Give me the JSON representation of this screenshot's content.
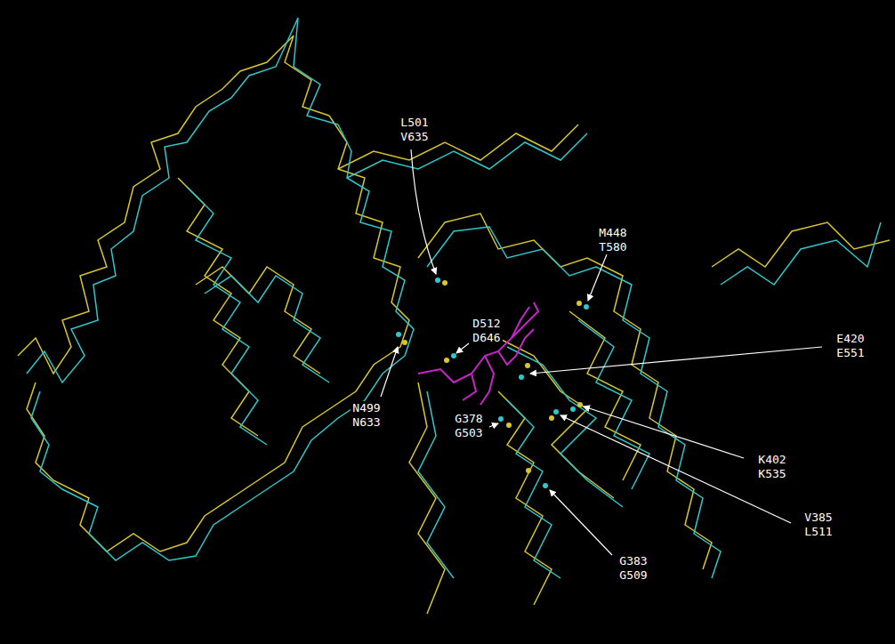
{
  "diagram": {
    "labels": [
      "L501",
      "V635",
      "M448",
      "T580",
      "D512",
      "D646",
      "E420",
      "E551",
      "N499",
      "N633",
      "G378",
      "G503",
      "K402",
      "K535",
      "V385",
      "L511",
      "G383",
      "G509"
    ]
  }
}
